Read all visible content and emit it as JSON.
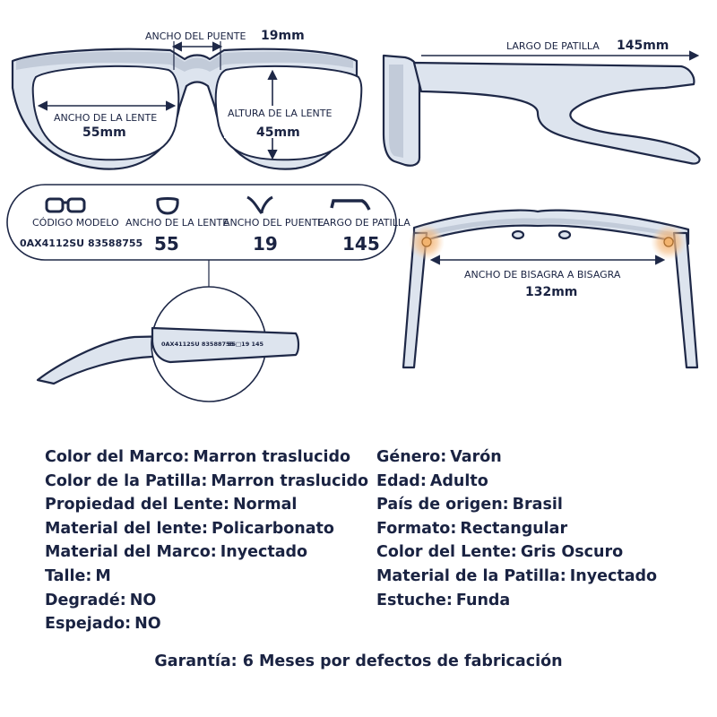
{
  "front_view": {
    "bridge_label": "ANCHO DEL PUENTE",
    "bridge_value": "19mm",
    "lens_width_label": "ANCHO DE LA LENTE",
    "lens_width_value": "55mm",
    "lens_height_label": "ALTURA DE LA LENTE",
    "lens_height_value": "45mm"
  },
  "side_view": {
    "temple_label": "LARGO DE PATILLA",
    "temple_value": "145mm"
  },
  "summary_card": {
    "model_label": "CÓDIGO MODELO",
    "model_value": "0AX4112SU 83588755",
    "lens_width_label": "ANCHO DE LA LENTE",
    "lens_width_value": "55",
    "bridge_label": "ANCHO DEL PUENTE",
    "bridge_value": "19",
    "temple_label": "LARGO DE PATILLA",
    "temple_value": "145",
    "icons": [
      "glasses-front-icon",
      "lens-icon",
      "bridge-icon",
      "temple-icon"
    ]
  },
  "top_view": {
    "hinge_label": "ANCHO DE BISAGRA A BISAGRA",
    "hinge_value": "132mm"
  },
  "temple_detail": {
    "imprint_code": "0AX4112SU 83588755",
    "imprint_sizes": "55□19  145"
  },
  "specs_left": [
    {
      "key": "Color del Marco:",
      "value": "Marron traslucido"
    },
    {
      "key": "Color de la Patilla:",
      "value": "Marron traslucido"
    },
    {
      "key": "Propiedad del Lente:",
      "value": "Normal"
    },
    {
      "key": "Material del lente:",
      "value": "Policarbonato"
    },
    {
      "key": "Material del Marco:",
      "value": "Inyectado"
    },
    {
      "key": "Talle:",
      "value": "M"
    },
    {
      "key": "Degradé:",
      "value": "NO"
    },
    {
      "key": "Espejado:",
      "value": "NO"
    }
  ],
  "specs_right": [
    {
      "key": "Género:",
      "value": "Varón"
    },
    {
      "key": "Edad:",
      "value": "Adulto"
    },
    {
      "key": "País de origen:",
      "value": "Brasil"
    },
    {
      "key": "Formato:",
      "value": "Rectangular"
    },
    {
      "key": "Color del Lente:",
      "value": "Gris Oscuro"
    },
    {
      "key": "Material de la Patilla:",
      "value": "Inyectado"
    },
    {
      "key": "Estuche:",
      "value": "Funda"
    }
  ],
  "warranty": "Garantía: 6 Meses por defectos de fabricación",
  "colors": {
    "ink": "#1a2342",
    "frame_fill": "#dde4ee",
    "hinge_glow": "#f5c08a"
  }
}
